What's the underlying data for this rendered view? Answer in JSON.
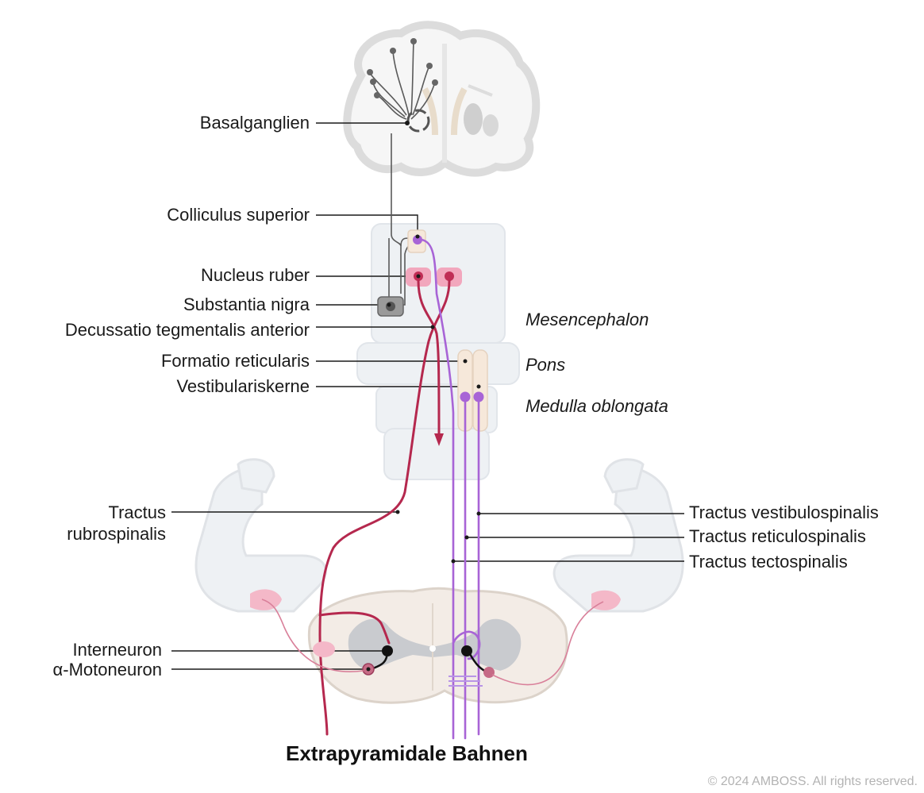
{
  "title": "Extrapyramidale Bahnen",
  "copyright": "© 2024 AMBOSS. All rights reserved.",
  "left_labels": {
    "basalganglien": "Basalganglien",
    "colliculus": "Colliculus superior",
    "nucleus_ruber": "Nucleus ruber",
    "substantia_nigra": "Substantia nigra",
    "decussatio": "Decussatio tegmentalis anterior",
    "formatio": "Formatio reticularis",
    "vestibulariskerne": "Vestibulariskerne",
    "tractus_rubro_1": "Tractus",
    "tractus_rubro_2": "rubrospinalis",
    "interneuron": "Interneuron",
    "motoneuron": "α-Motoneuron"
  },
  "region_labels": {
    "mesencephalon": "Mesencephalon",
    "pons": "Pons",
    "medulla": "Medulla oblongata"
  },
  "right_labels": {
    "vestibulospinalis": "Tractus vestibulospinalis",
    "reticulospinalis": "Tractus reticulospinalis",
    "tectospinalis": "Tractus tectospinalis"
  },
  "colors": {
    "rubro": "#b5284e",
    "purple": "#a864d6",
    "grey_pathway": "#555555",
    "pink_nucleus": "#f2a7bd",
    "outline_grey": "#dcdcdc"
  }
}
